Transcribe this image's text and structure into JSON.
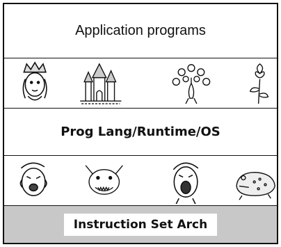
{
  "layers": {
    "applications": "Application programs",
    "prog_lang": "Prog Lang/Runtime/OS",
    "isa": "Instruction Set Arch"
  },
  "illustrations": {
    "upper_row": [
      "crowned-queen-icon",
      "castle-icon",
      "peacock-icon",
      "rose-icon"
    ],
    "lower_row": [
      "screaming-face-icon",
      "snarling-dog-icon",
      "screaming-man-icon",
      "toad-icon"
    ]
  },
  "colors": {
    "border": "#111111",
    "isa_background": "#c8c8c8",
    "background": "#ffffff"
  }
}
